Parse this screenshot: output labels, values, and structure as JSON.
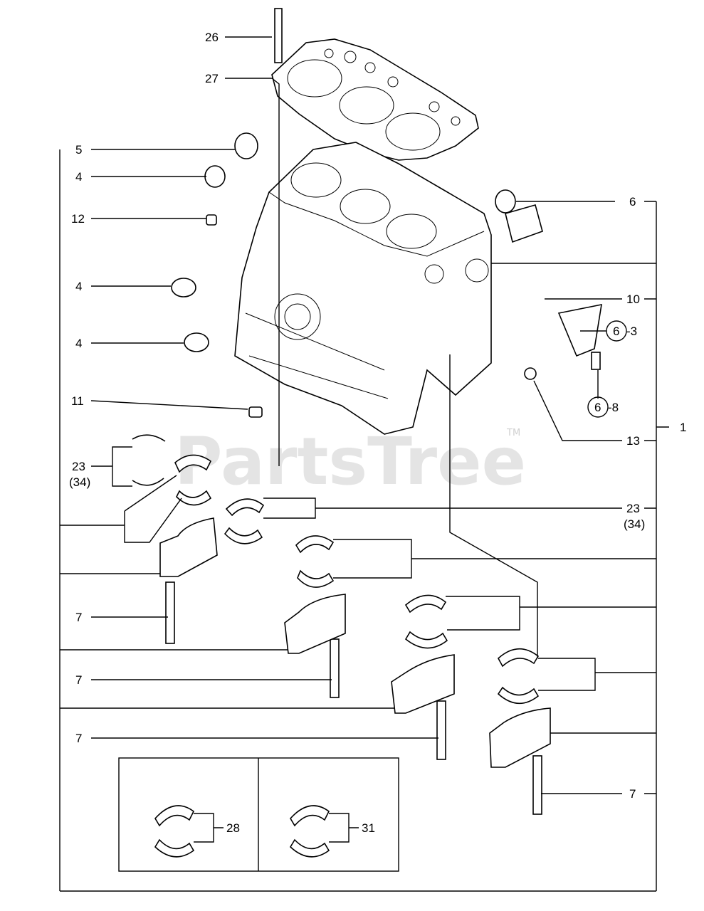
{
  "watermark": {
    "text": "PartsTree",
    "trademark": "TM"
  },
  "callouts": {
    "c26": "26",
    "c27": "27",
    "c5": "5",
    "c4a": "4",
    "c12": "12",
    "c4b": "4",
    "c4c": "4",
    "c6": "6",
    "c10": "10",
    "c6_3": "6",
    "c6_3s": "-3",
    "c6_8": "6",
    "c6_8s": "-8",
    "c1": "1",
    "c11": "11",
    "c13": "13",
    "c23a": "23",
    "c34a": "(34)",
    "c23b": "23",
    "c34b": "(34)",
    "c7a": "7",
    "c7b": "7",
    "c7c": "7",
    "c7d": "7",
    "c28": "28",
    "c31": "31"
  }
}
